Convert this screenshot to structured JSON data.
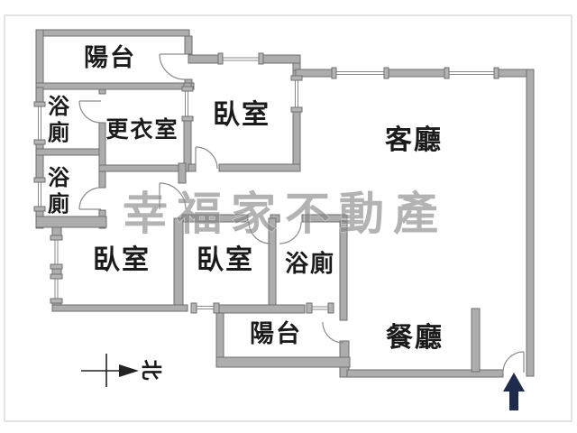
{
  "colors": {
    "wall": "#adadad",
    "wall_outline": "#6f6f6f",
    "label_text": "#1b1b1b",
    "watermark": "#868686",
    "entrance_arrow": "#1f2b4d",
    "frame": "#c9c9c9"
  },
  "watermark": {
    "text": "幸福家不動產"
  },
  "compass": {
    "label": "北"
  },
  "rooms": {
    "balcony_top": {
      "label": "陽台"
    },
    "bath1": {
      "label": "浴廁",
      "chars": [
        "浴",
        "廁"
      ]
    },
    "closet": {
      "label": "更衣室"
    },
    "bedroom_top": {
      "label": "臥室"
    },
    "living": {
      "label": "客廳"
    },
    "bath2": {
      "label": "浴廁",
      "chars": [
        "浴",
        "廁"
      ]
    },
    "bedroom_left": {
      "label": "臥室"
    },
    "bedroom_mid": {
      "label": "臥室"
    },
    "bath3": {
      "label": "浴廁"
    },
    "balcony_bottom": {
      "label": "陽台"
    },
    "dining": {
      "label": "餐廳"
    }
  }
}
